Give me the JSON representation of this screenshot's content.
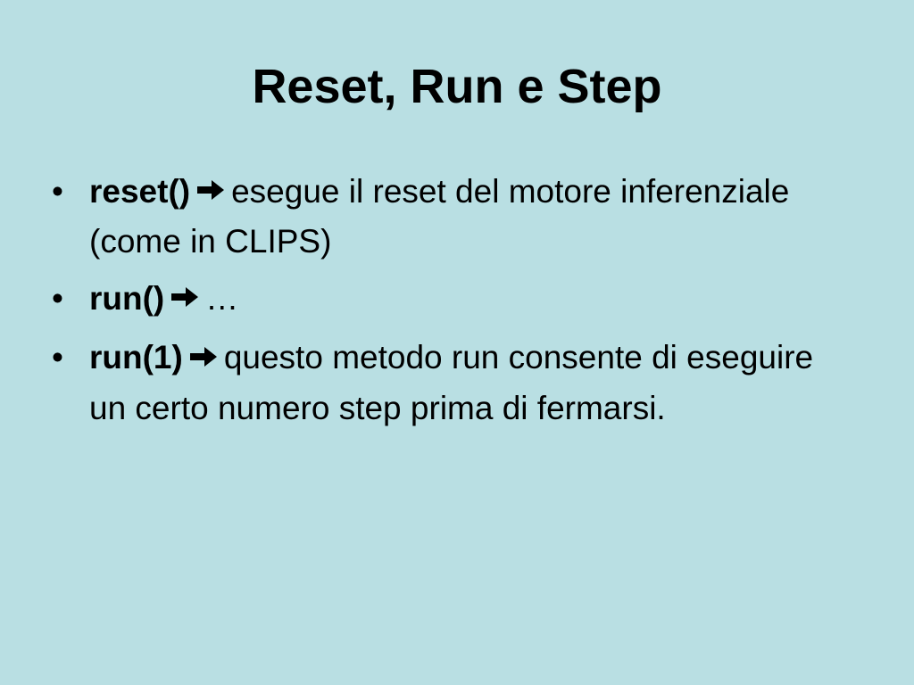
{
  "slide": {
    "title": "Reset, Run e Step",
    "bullet_glyph": "•",
    "bullets": [
      {
        "keyword": "reset()",
        "text": "esegue il reset del motore inferenziale (come in CLIPS)"
      },
      {
        "keyword": "run()",
        "text": "…"
      },
      {
        "keyword": "run(1)",
        "text": "questo metodo run consente di eseguire un certo numero step prima di fermarsi."
      }
    ]
  },
  "icons": {
    "bullet_arrow": "right-arrow-icon"
  },
  "colors": {
    "background": "#b9dfe3",
    "text": "#000000"
  }
}
